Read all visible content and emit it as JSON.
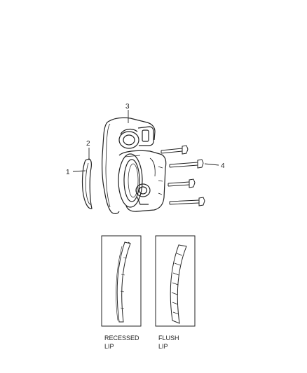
{
  "callouts": {
    "c1": "1",
    "c2": "2",
    "c3": "3",
    "c4": "4"
  },
  "captions": {
    "recessed_line1": "RECESSED",
    "recessed_line2": "LIP",
    "flush_line1": "FLUSH",
    "flush_line2": "LIP"
  },
  "colors": {
    "line": "#222222",
    "background": "#ffffff"
  }
}
